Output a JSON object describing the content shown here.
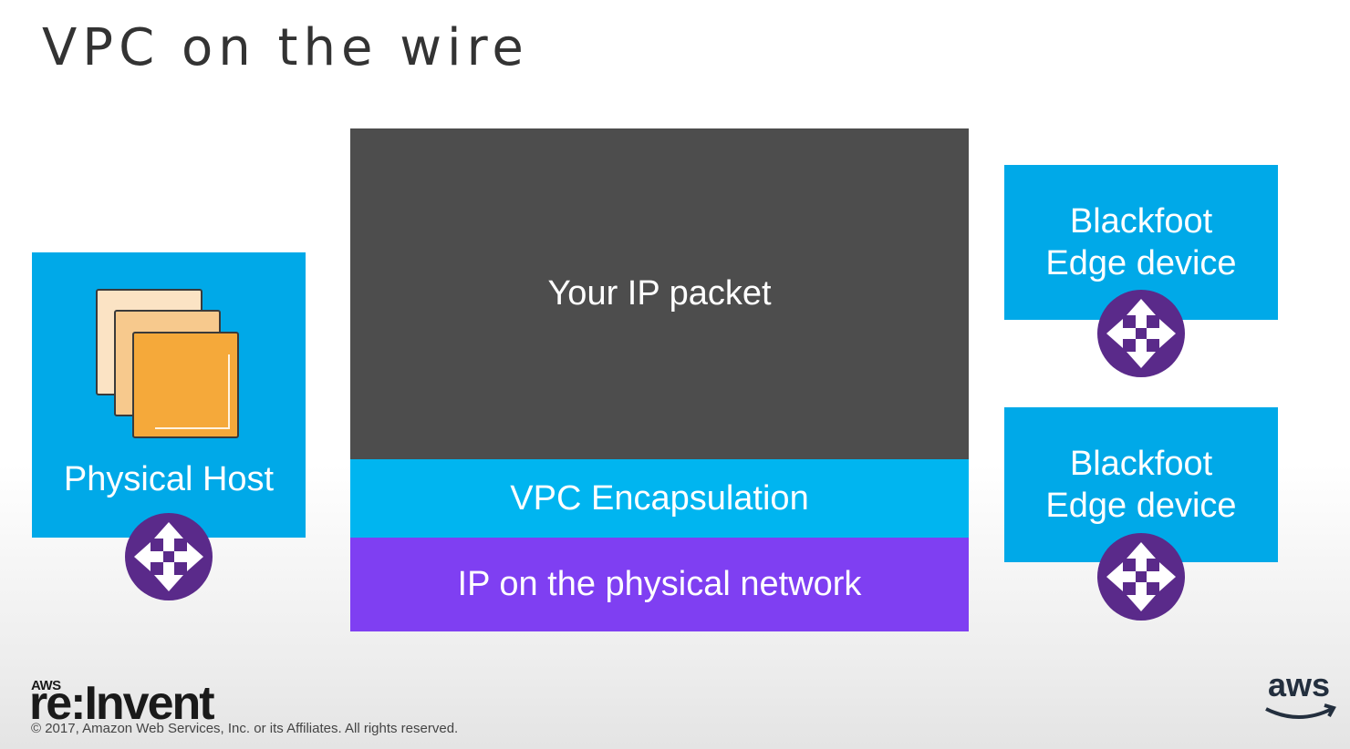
{
  "slide": {
    "title": "VPC on the wire"
  },
  "host": {
    "label": "Physical Host"
  },
  "packet": {
    "layers": {
      "top": "Your IP packet",
      "middle": "VPC Encapsulation",
      "bottom": "IP on the physical network"
    }
  },
  "edges": [
    {
      "line1": "Blackfoot",
      "line2": "Edge device"
    },
    {
      "line1": "Blackfoot",
      "line2": "Edge device"
    }
  ],
  "branding": {
    "reinvent_small": "AWS",
    "reinvent_large": "re:Invent",
    "copyright": "© 2017, Amazon Web Services, Inc. or its Affiliates. All rights reserved.",
    "aws_logo": "aws"
  },
  "icons": {
    "router": "router-arrows-icon",
    "instances": "instance-stack-icon"
  },
  "colors": {
    "blue": "#00a9e8",
    "packet_dark": "#4d4d4d",
    "encapsulation": "#00b5f0",
    "physical": "#7f3ff2",
    "router_purple": "#5a2a8a",
    "instance_orange": "#f5a93a"
  }
}
